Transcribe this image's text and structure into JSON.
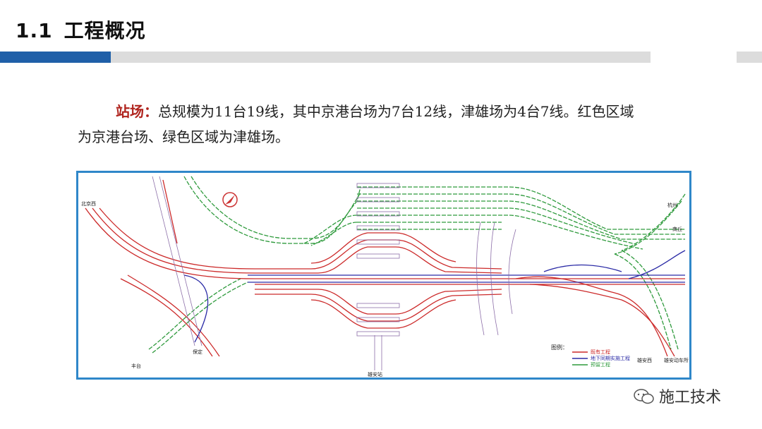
{
  "header": {
    "number": "1.1",
    "title": "工程概况"
  },
  "intro": {
    "lead": "站场：",
    "line1": "总规模为11台19线，其中京港台场为7台12线，津雄场为4台7线。红色区域",
    "line2": "为京港台场、绿色区域为津雄场。"
  },
  "diagram": {
    "labels": {
      "beijing_west": "北京西",
      "fengtai": "丰台",
      "baoding": "保定",
      "xiongan_station": "雄安站",
      "xiongan_west": "雄安西",
      "xiongan_depot": "雄安动车所",
      "hangzhou": "杭州",
      "shangqiu": "商丘"
    },
    "legend": {
      "title": "图例：",
      "items": [
        "既有工程",
        "地下同期实施工程",
        "预留工程"
      ],
      "colors": [
        "#cc2a2a",
        "#2b2ba6",
        "#2e9a3c"
      ]
    }
  },
  "watermark": {
    "text": "施工技术"
  }
}
